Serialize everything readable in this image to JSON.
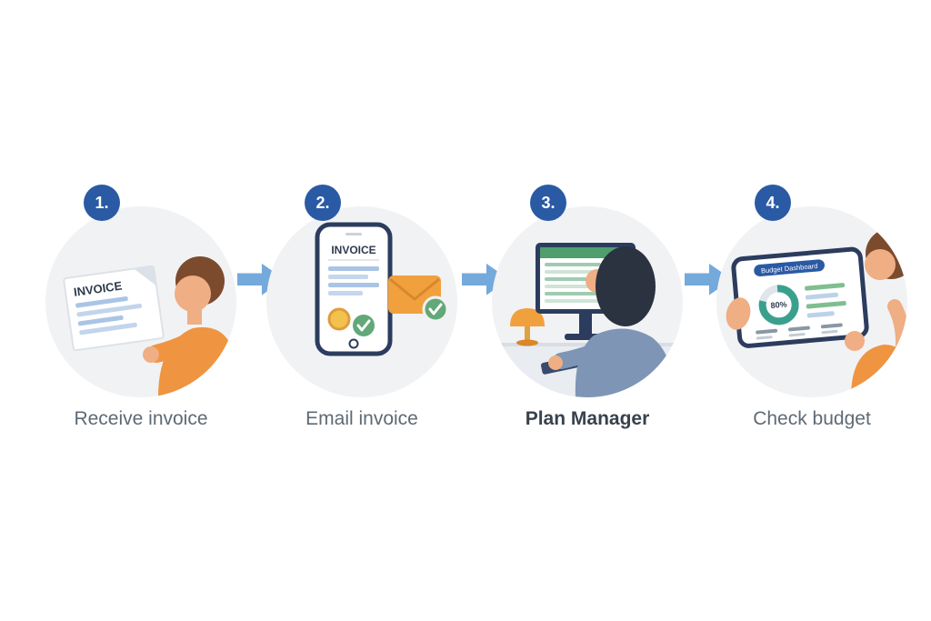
{
  "diagram": {
    "steps": [
      {
        "number": "1.",
        "label": "Receive invoice",
        "emphasis": false
      },
      {
        "number": "2.",
        "label": "Email invoice",
        "emphasis": false
      },
      {
        "number": "3.",
        "label": "Plan Manager",
        "emphasis": true
      },
      {
        "number": "4.",
        "label": "Check budget",
        "emphasis": false
      }
    ],
    "illustration_text": {
      "invoice_document_title": "INVOICE",
      "phone_invoice_title": "INVOICE",
      "tablet_dashboard_title": "Budget Dashboard",
      "tablet_dashboard_percent": "80%"
    },
    "colors": {
      "badge_blue": "#2a5aa4",
      "arrow_blue": "#74a9dc",
      "circle_background": "#f1f2f4",
      "accent_orange": "#ef9440",
      "envelope_orange": "#f0a13e",
      "accent_green": "#5fa873",
      "donut_teal": "#3aa08e",
      "line_blue": "#aac4e6",
      "device_navy": "#2c3c5e",
      "label_gray": "#5e6a75",
      "label_dark": "#37424e"
    }
  }
}
